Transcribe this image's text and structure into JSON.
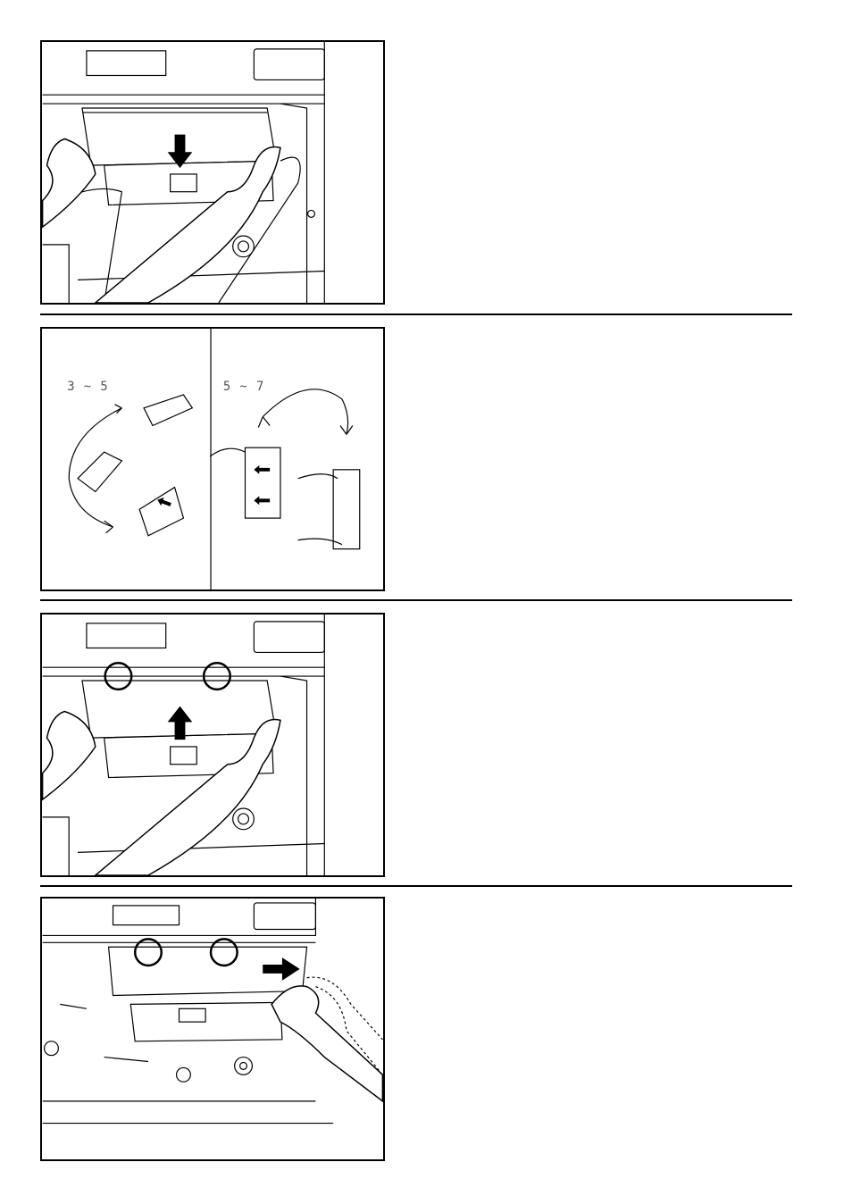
{
  "panels": [
    {
      "id": "step-insert-toner",
      "arrow": "down"
    },
    {
      "id": "step-shake-cartridge",
      "labels": [
        "3 ~ 5",
        "5 ~ 7"
      ]
    },
    {
      "id": "step-remove-toner",
      "arrow": "up"
    },
    {
      "id": "step-pull-lever",
      "arrow": "right"
    }
  ],
  "colors": {
    "line": "#000000",
    "background": "#ffffff"
  }
}
